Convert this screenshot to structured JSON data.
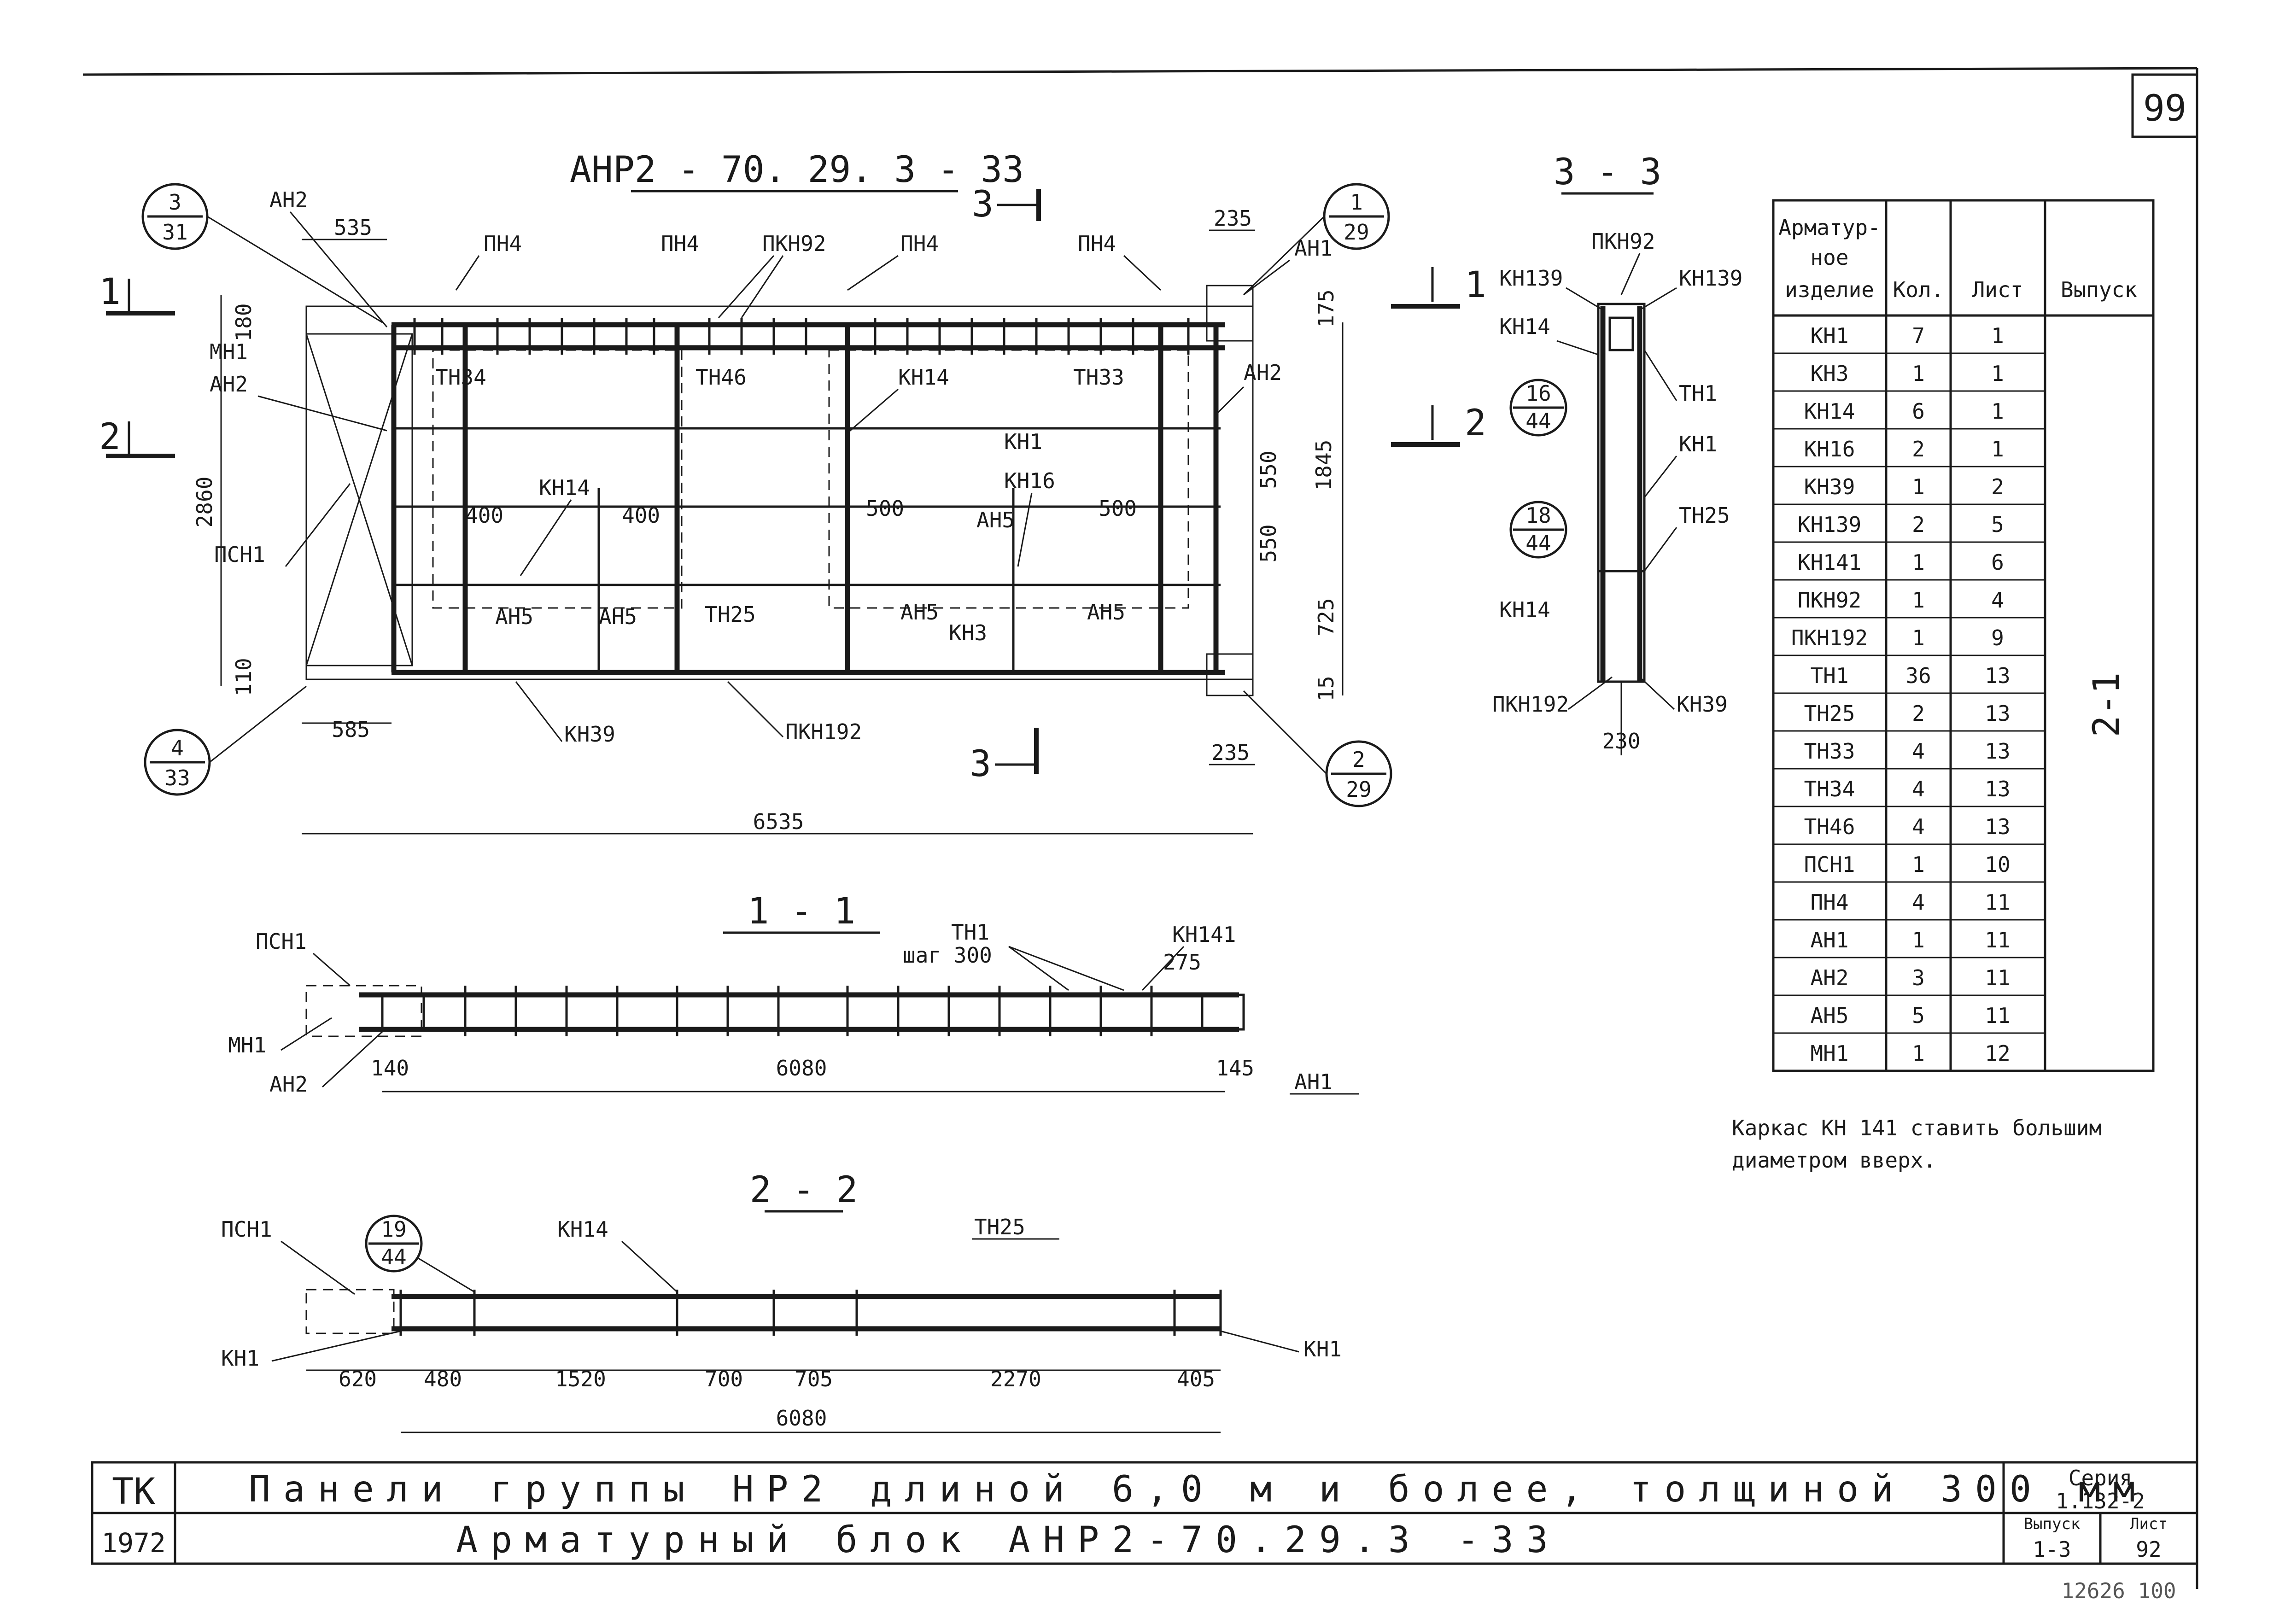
{
  "sheet_number": "99",
  "main_view": {
    "title": "АНР2 - 70. 29. 3 - 33",
    "labels": {
      "an2_top": "АН2",
      "an1": "АН1",
      "an2_right": "АН2",
      "an2_left": "АН2",
      "pn4_1": "ПН4",
      "pn4_2": "ПН4",
      "pn4_3": "ПН4",
      "pn4_4": "ПН4",
      "pkn92": "ПКН92",
      "mn1": "МН1",
      "psn1": "ПСН1",
      "tn34": "ТН34",
      "tn46": "ТН46",
      "kn14_a": "КН14",
      "tn33": "ТН33",
      "kn1": "КН1",
      "kn14_b": "КН14",
      "kn16": "КН16",
      "an5_1": "АН5",
      "an5_2": "АН5",
      "an5_3": "АН5",
      "an5_4": "АН5",
      "an5_5": "АН5",
      "tn25": "ТН25",
      "kn3": "КН3",
      "kn39": "КН39",
      "pkn192": "ПКН192"
    },
    "dims": {
      "d535": "535",
      "d235_top": "235",
      "d180": "180",
      "d175": "175",
      "d2860": "2860",
      "d550_a": "550",
      "d550_b": "550",
      "d1845": "1845",
      "d725": "725",
      "d400_a": "400",
      "d400_b": "400",
      "d500_a": "500",
      "d500_b": "500",
      "d110": "110",
      "d15": "15",
      "d585": "585",
      "d235_bot": "235",
      "d6535": "6535"
    },
    "callouts": [
      {
        "num": "3",
        "den": "31"
      },
      {
        "num": "1",
        "den": "29"
      },
      {
        "num": "4",
        "den": "33"
      },
      {
        "num": "2",
        "den": "29"
      }
    ],
    "section_marks": {
      "s1": "1",
      "s2": "2",
      "s3_top": "3",
      "s3_bot": "3"
    }
  },
  "section_33": {
    "title": "3 - 3",
    "labels": {
      "pkn92": "ПКН92",
      "kn139_l": "КН139",
      "kn139_r": "КН139",
      "kn14_top": "КН14",
      "tn1": "ТН1",
      "kn1": "КН1",
      "tn25": "ТН25",
      "kn14_bot": "КН14",
      "pkn192": "ПКН192",
      "kn39": "КН39",
      "d230": "230"
    },
    "callouts": [
      {
        "num": "16",
        "den": "44"
      },
      {
        "num": "18",
        "den": "44"
      }
    ],
    "marks": {
      "m1": "1",
      "m2": "2"
    }
  },
  "section_11": {
    "title": "1 - 1",
    "labels": {
      "psn1": "ПСН1",
      "mn1": "МН1",
      "an2": "АН2",
      "tn1": "ТН1",
      "step": "шаг 300",
      "kn141": "КН141",
      "an1": "АН1",
      "d275": "275",
      "d140": "140",
      "d6080": "6080",
      "d145": "145"
    }
  },
  "section_22": {
    "title": "2 - 2",
    "labels": {
      "psn1": "ПСН1",
      "kn14": "КН14",
      "tn25": "ТН25",
      "kn1_l": "КН1",
      "kn1_r": "КН1",
      "d6080": "6080"
    },
    "callout": {
      "num": "19",
      "den": "44"
    },
    "dims": [
      "620",
      "480",
      "1520",
      "700",
      "705",
      "2270",
      "405"
    ]
  },
  "spec_table": {
    "headers": {
      "item_line1": "Арматур-",
      "item_line2": "ное",
      "item_line3": "изделие",
      "qty": "Кол.",
      "sheet": "Лист",
      "issue": "Выпуск"
    },
    "issue_value": "2-1",
    "rows": [
      {
        "item": "КН1",
        "qty": "7",
        "sheet": "1"
      },
      {
        "item": "КН3",
        "qty": "1",
        "sheet": "1"
      },
      {
        "item": "КН14",
        "qty": "6",
        "sheet": "1"
      },
      {
        "item": "КН16",
        "qty": "2",
        "sheet": "1"
      },
      {
        "item": "КН39",
        "qty": "1",
        "sheet": "2"
      },
      {
        "item": "КН139",
        "qty": "2",
        "sheet": "5"
      },
      {
        "item": "КН141",
        "qty": "1",
        "sheet": "6"
      },
      {
        "item": "ПКН92",
        "qty": "1",
        "sheet": "4"
      },
      {
        "item": "ПКН192",
        "qty": "1",
        "sheet": "9"
      },
      {
        "item": "ТН1",
        "qty": "36",
        "sheet": "13"
      },
      {
        "item": "ТН25",
        "qty": "2",
        "sheet": "13"
      },
      {
        "item": "ТН33",
        "qty": "4",
        "sheet": "13"
      },
      {
        "item": "ТН34",
        "qty": "4",
        "sheet": "13"
      },
      {
        "item": "ТН46",
        "qty": "4",
        "sheet": "13"
      },
      {
        "item": "ПСН1",
        "qty": "1",
        "sheet": "10"
      },
      {
        "item": "ПН4",
        "qty": "4",
        "sheet": "11"
      },
      {
        "item": "АН1",
        "qty": "1",
        "sheet": "11"
      },
      {
        "item": "АН2",
        "qty": "3",
        "sheet": "11"
      },
      {
        "item": "АН5",
        "qty": "5",
        "sheet": "11"
      },
      {
        "item": "МН1",
        "qty": "1",
        "sheet": "12"
      }
    ]
  },
  "note": {
    "line1": "Каркас КН 141 ставить большим",
    "line2": "диаметром вверх."
  },
  "title_block": {
    "tk": "ТК",
    "year": "1972",
    "title1": "Панели группы НР2 длиной 6,0 м и более, толщиной 300 мм",
    "title2": "Арматурный блок АНР2-70.29.3 -33",
    "series_label": "Серия",
    "series_value": "1.132-2",
    "issue_label": "Выпуск",
    "issue_value": "1-3",
    "sheet_label": "Лист",
    "sheet_value": "92",
    "archive_number": "12626 100"
  }
}
